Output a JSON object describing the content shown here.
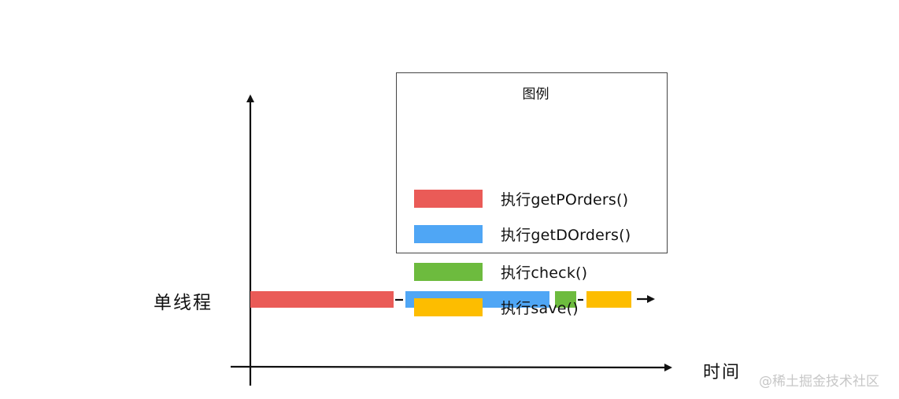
{
  "legend": {
    "title": "图例",
    "items": [
      {
        "label": "执行getPOrders()",
        "color": "#ea5b57"
      },
      {
        "label": "执行getDOrders()",
        "color": "#4fa6f5"
      },
      {
        "label": "执行check()",
        "color": "#6dbb3e"
      },
      {
        "label": "执行save()",
        "color": "#fdbd00"
      }
    ]
  },
  "timeline": {
    "row_label": "单线程",
    "x_axis_label": "时间",
    "segments": [
      {
        "task": "getPOrders",
        "color": "#ea5b57"
      },
      {
        "task": "getDOrders",
        "color": "#4fa6f5"
      },
      {
        "task": "check",
        "color": "#6dbb3e"
      },
      {
        "task": "save",
        "color": "#fdbd00"
      }
    ]
  },
  "watermark": "@稀土掘金技术社区"
}
